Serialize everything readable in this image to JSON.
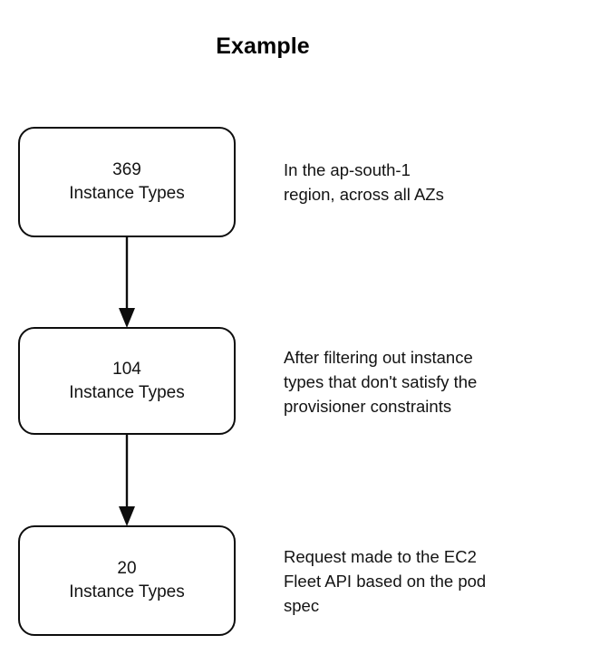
{
  "title": "Example",
  "background_color": "#ffffff",
  "stroke_color": "#0d0d0d",
  "text_color": "#131313",
  "boxes": [
    {
      "count": "369",
      "label": "Instance Types",
      "annotation": "In the ap-south-1\nregion, across all AZs"
    },
    {
      "count": "104",
      "label": "Instance Types",
      "annotation": "After filtering out instance\ntypes that don't satisfy the\nprovisioner constraints"
    },
    {
      "count": "20",
      "label": "Instance Types",
      "annotation": "Request made to the EC2\nFleet API based on the pod\nspec"
    }
  ],
  "connectors": [
    {
      "from": "369 Instance Types",
      "to": "104 Instance Types",
      "style": "arrow-down"
    },
    {
      "from": "104 Instance Types",
      "to": "20 Instance Types",
      "style": "arrow-down"
    }
  ],
  "chart_data": {
    "type": "diagram",
    "title": "Example",
    "nodes": [
      {
        "id": "node-1",
        "value": 369,
        "unit": "Instance Types",
        "note": "In the ap-south-1 region, across all AZs"
      },
      {
        "id": "node-2",
        "value": 104,
        "unit": "Instance Types",
        "note": "After filtering out instance types that don't satisfy the provisioner constraints"
      },
      {
        "id": "node-3",
        "value": 20,
        "unit": "Instance Types",
        "note": "Request made to the EC2 Fleet API based on the pod spec"
      }
    ],
    "edges": [
      {
        "source": "node-1",
        "target": "node-2"
      },
      {
        "source": "node-2",
        "target": "node-3"
      }
    ]
  }
}
